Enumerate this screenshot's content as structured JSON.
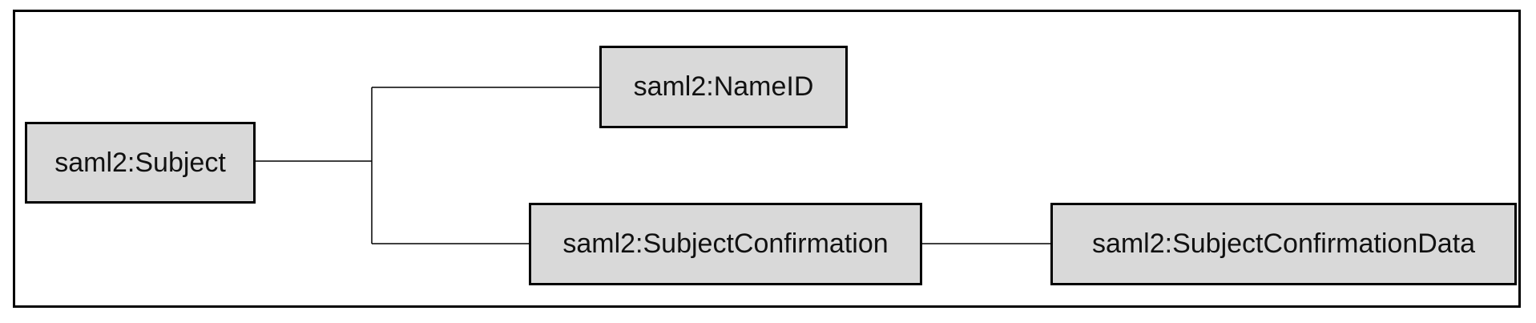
{
  "diagram": {
    "type": "tree",
    "nodes": [
      {
        "id": "subject",
        "label": "saml2:Subject"
      },
      {
        "id": "nameid",
        "label": "saml2:NameID"
      },
      {
        "id": "subconf",
        "label": "saml2:SubjectConfirmation"
      },
      {
        "id": "subdata",
        "label": "saml2:SubjectConfirmationData"
      }
    ],
    "edges": [
      {
        "from": "subject",
        "to": "nameid"
      },
      {
        "from": "subject",
        "to": "subconf"
      },
      {
        "from": "subconf",
        "to": "subdata"
      }
    ]
  },
  "colors": {
    "node_fill": "#d9d9d9",
    "node_border": "#000000",
    "connector": "#000000"
  }
}
